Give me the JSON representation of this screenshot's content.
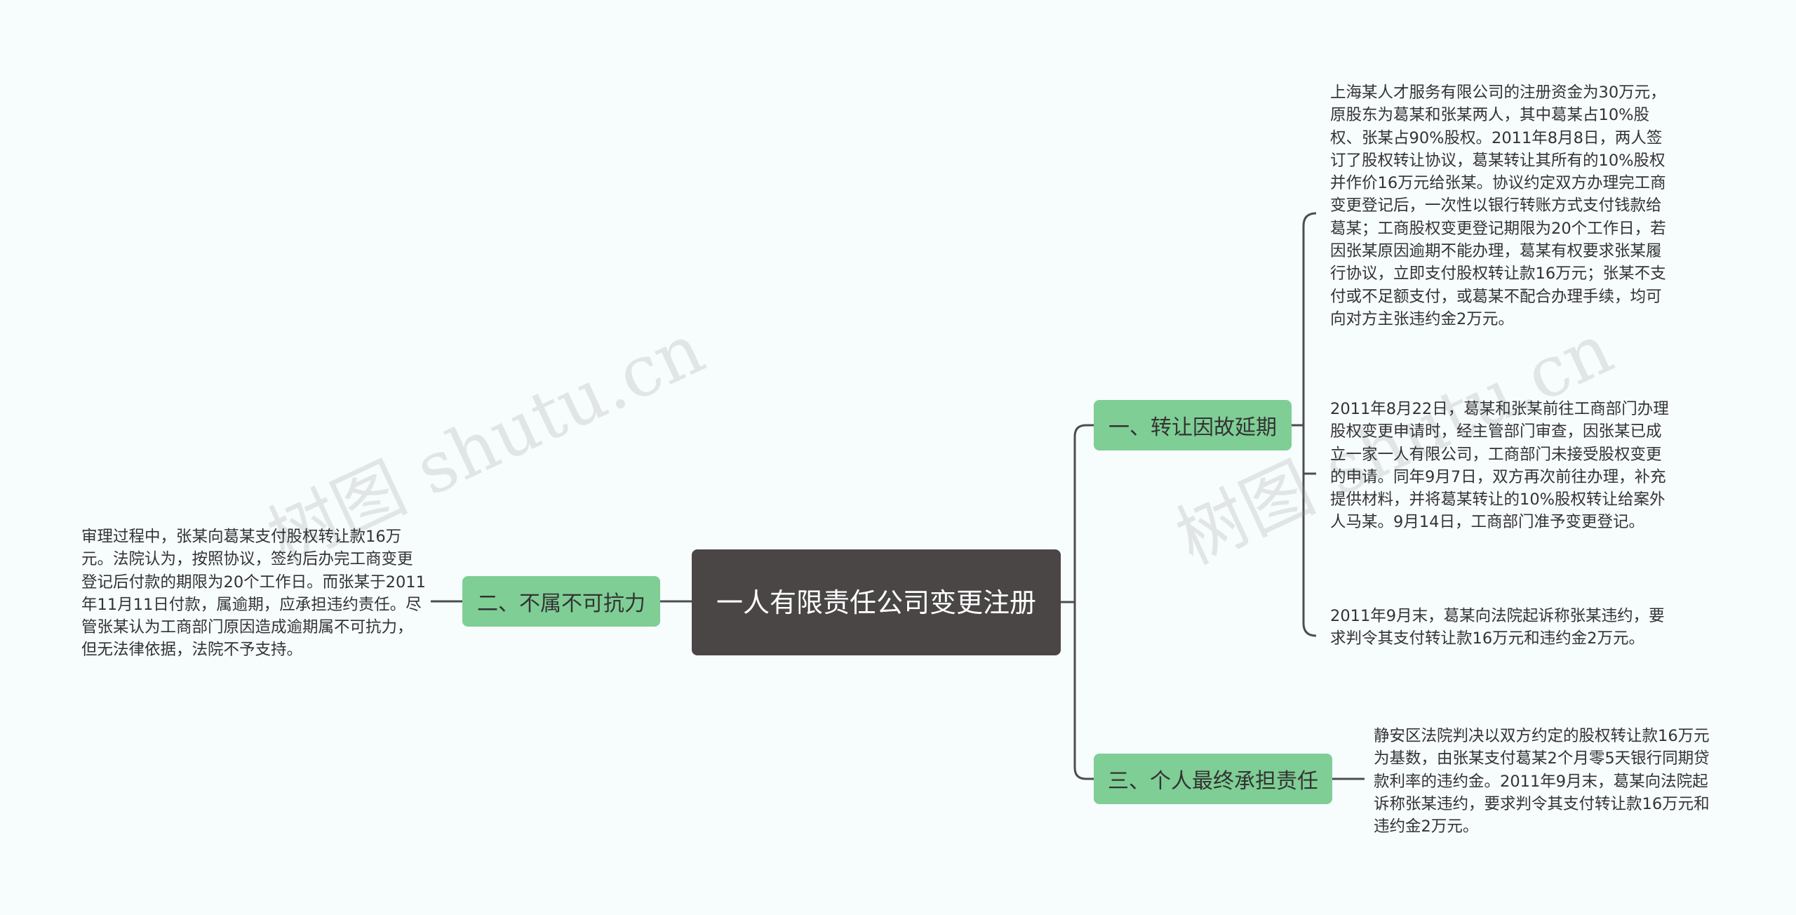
{
  "root": {
    "label": "一人有限责任公司变更注册"
  },
  "branches": {
    "b1": {
      "label": "一、转让因故延期"
    },
    "b2": {
      "label": "二、不属不可抗力"
    },
    "b3": {
      "label": "三、个人最终承担责任"
    }
  },
  "leaves": {
    "b1_0": "上海某人才服务有限公司的注册资金为30万元，原股东为葛某和张某两人，其中葛某占10%股权、张某占90%股权。2011年8月8日，两人签订了股权转让协议，葛某转让其所有的10%股权并作价16万元给张某。协议约定双方办理完工商变更登记后，一次性以银行转账方式支付钱款给葛某；工商股权变更登记期限为20个工作日，若因张某原因逾期不能办理，葛某有权要求张某履行协议，立即支付股权转让款16万元；张某不支付或不足额支付，或葛某不配合办理手续，均可向对方主张违约金2万元。",
    "b1_1": "2011年8月22日，葛某和张某前往工商部门办理股权变更申请时，经主管部门审查，因张某已成立一家一人有限公司，工商部门未接受股权变更的申请。同年9月7日，双方再次前往办理，补充提供材料，并将葛某转让的10%股权转让给案外人马某。9月14日，工商部门准予变更登记。",
    "b1_2": "2011年9月末，葛某向法院起诉称张某违约，要求判令其支付转让款16万元和违约金2万元。",
    "b2_0": "审理过程中，张某向葛某支付股权转让款16万元。法院认为，按照协议，签约后办完工商变更登记后付款的期限为20个工作日。而张某于2011年11月11日付款，属逾期，应承担违约责任。尽管张某认为工商部门原因造成逾期属不可抗力，但无法律依据，法院不予支持。",
    "b3_0": "静安区法院判决以双方约定的股权转让款16万元为基数，由张某支付葛某2个月零5天银行同期贷款利率的违约金。2011年9月末，葛某向法院起诉称张某违约，要求判令其支付转让款16万元和违约金2万元。"
  },
  "watermark": "树图 shutu.cn",
  "colors": {
    "root_bg": "#4a4646",
    "branch_bg": "#7fce95",
    "line": "#4d4d4d",
    "background": "#f7fcfd"
  }
}
